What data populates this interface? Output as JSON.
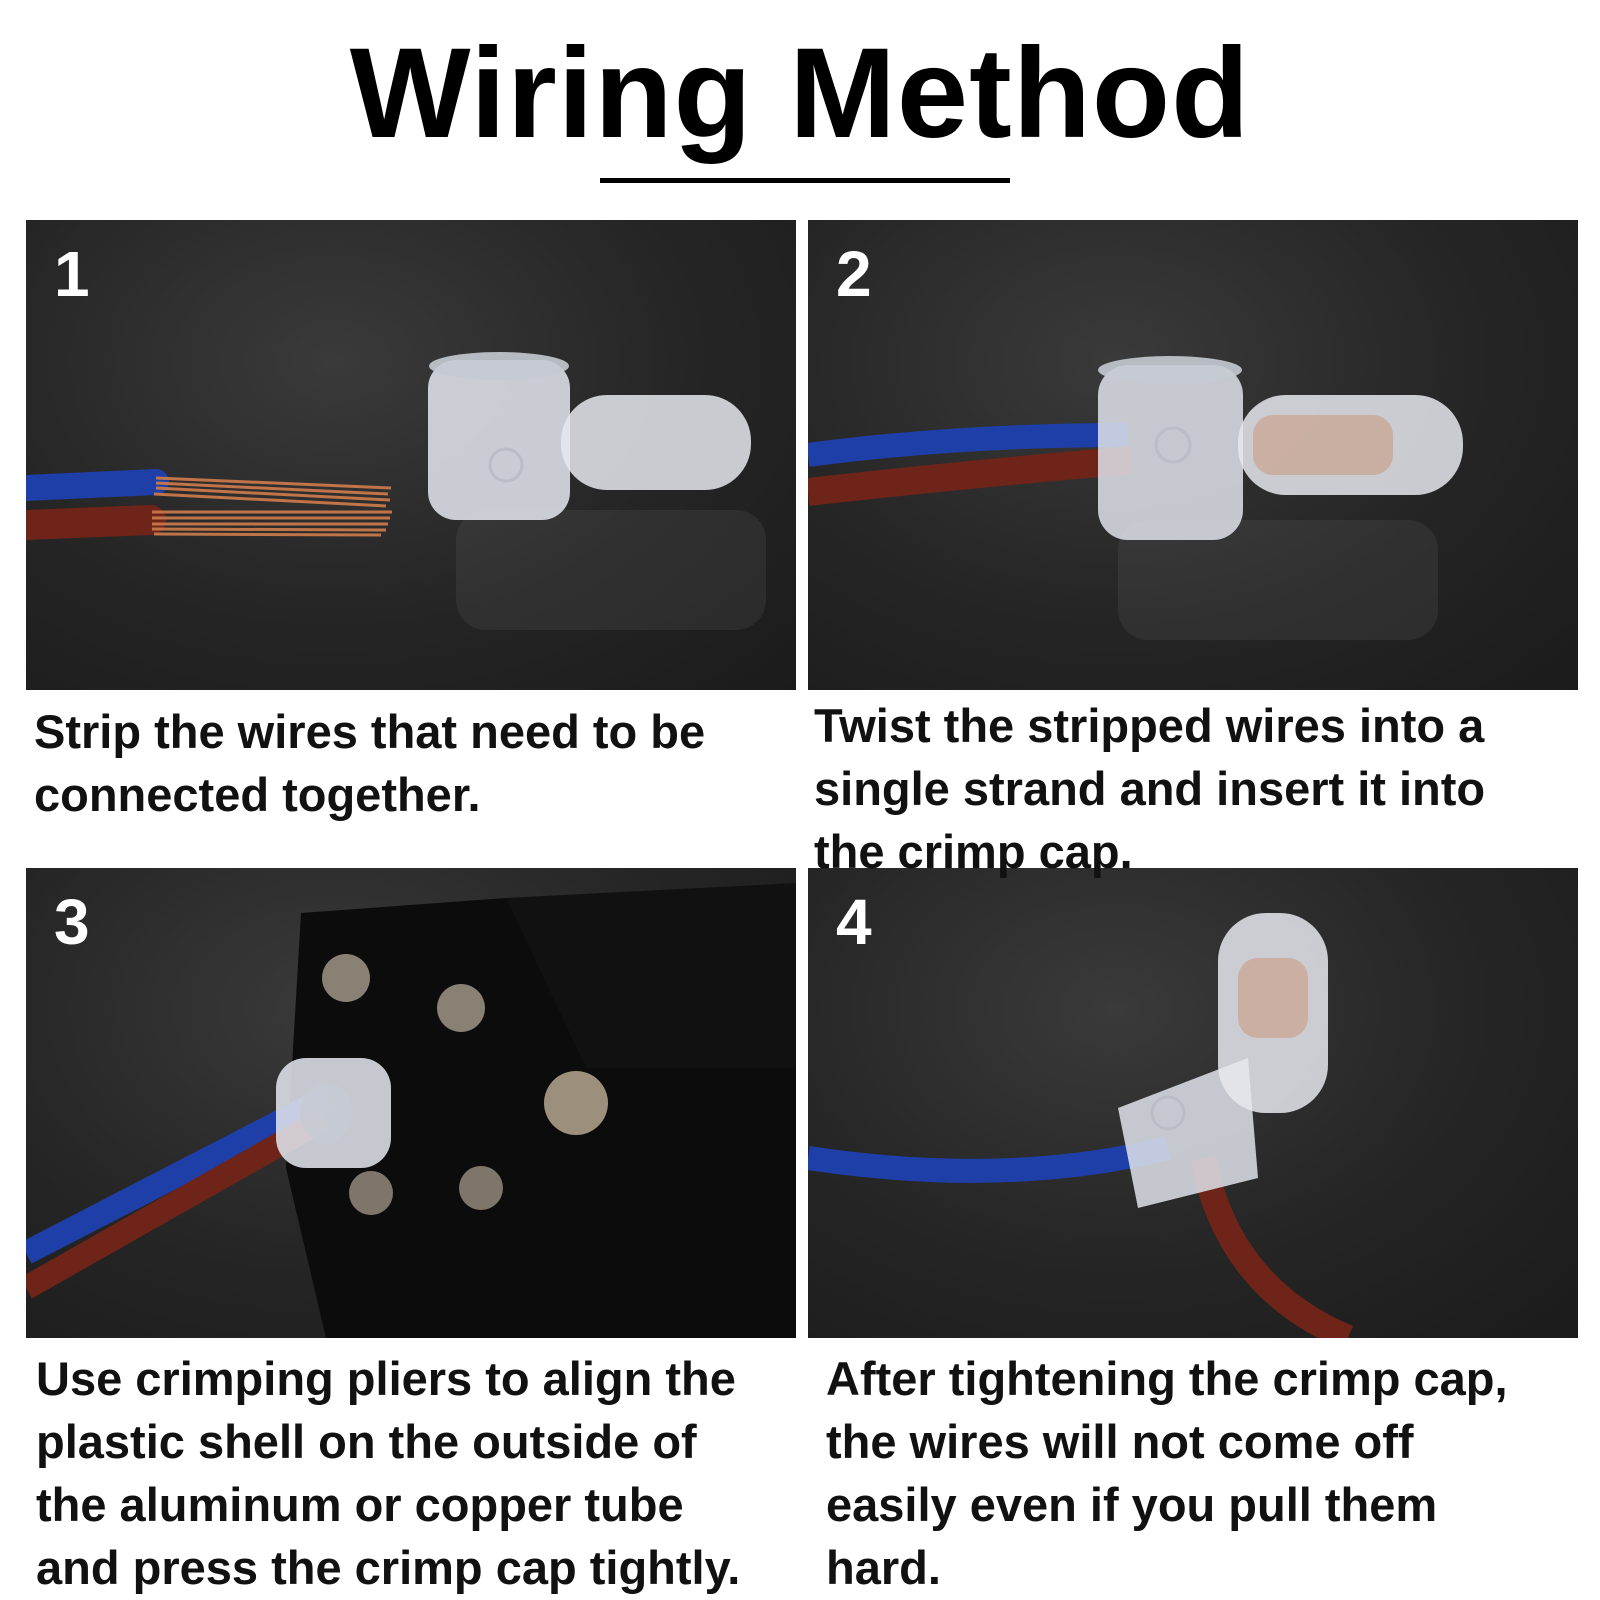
{
  "title": "Wiring Method",
  "steps": [
    {
      "number": "1",
      "lines": [
        "Strip the wires that need to be",
        "connected together."
      ]
    },
    {
      "number": "2",
      "lines": [
        "Twist the stripped wires into a",
        "single strand and insert it into",
        "the crimp cap."
      ]
    },
    {
      "number": "3",
      "lines": [
        "Use crimping pliers to align the",
        "plastic shell on the outside of",
        "the aluminum or copper tube",
        "and press the crimp cap tightly."
      ]
    },
    {
      "number": "4",
      "lines": [
        "After tightening the crimp cap,",
        "the wires will not come off",
        "easily even if you pull them",
        "hard."
      ]
    }
  ],
  "colors": {
    "panel_background": "#252525",
    "wire_blue": "#1f3fa8",
    "wire_brown": "#6e2418",
    "copper": "#c8784a",
    "cap": "#dfe3ea"
  }
}
